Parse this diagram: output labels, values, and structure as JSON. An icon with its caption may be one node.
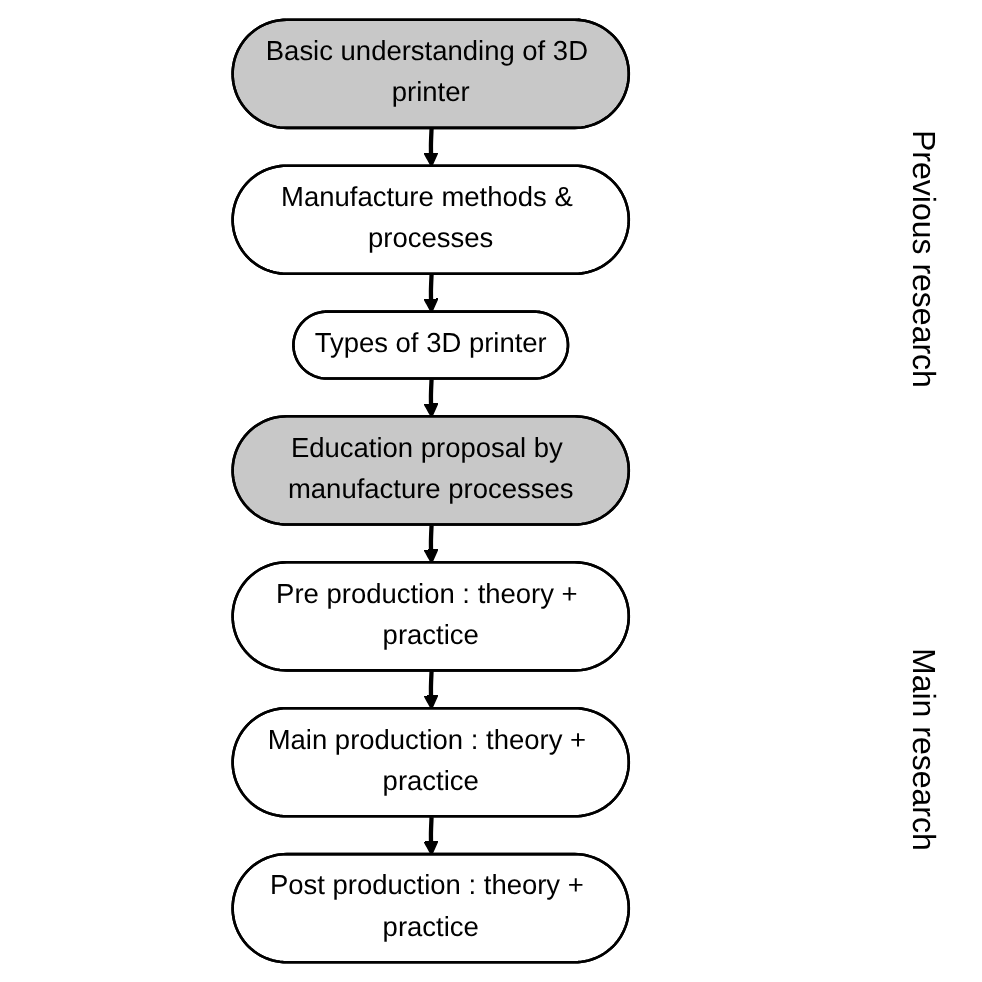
{
  "diagram": {
    "nodes": [
      {
        "text": [
          "Basic understanding of 3D printer"
        ]
      },
      {
        "text": [
          "Manufacture methods & processes"
        ]
      },
      {
        "text": [
          "Types of 3D printer"
        ]
      },
      {
        "text": [
          "Education proposal by manufacture processes"
        ]
      },
      {
        "text": [
          "Pre production : theory + practice"
        ]
      },
      {
        "text": [
          "Main production : theory + practice"
        ]
      },
      {
        "text": [
          "Post production : theory + practice"
        ]
      }
    ],
    "edges": [
      {
        "from": 0,
        "to": 1,
        "arrow": "to"
      },
      {
        "from": 1,
        "to": 2,
        "arrow": "to"
      },
      {
        "from": 2,
        "to": 3,
        "arrow": "to"
      },
      {
        "from": 3,
        "to": 4,
        "arrow": "to"
      },
      {
        "from": 4,
        "to": 5,
        "arrow": "to"
      },
      {
        "from": 5,
        "to": 6,
        "arrow": "to"
      }
    ],
    "labels": [
      "Previous research",
      "Main research"
    ]
  }
}
